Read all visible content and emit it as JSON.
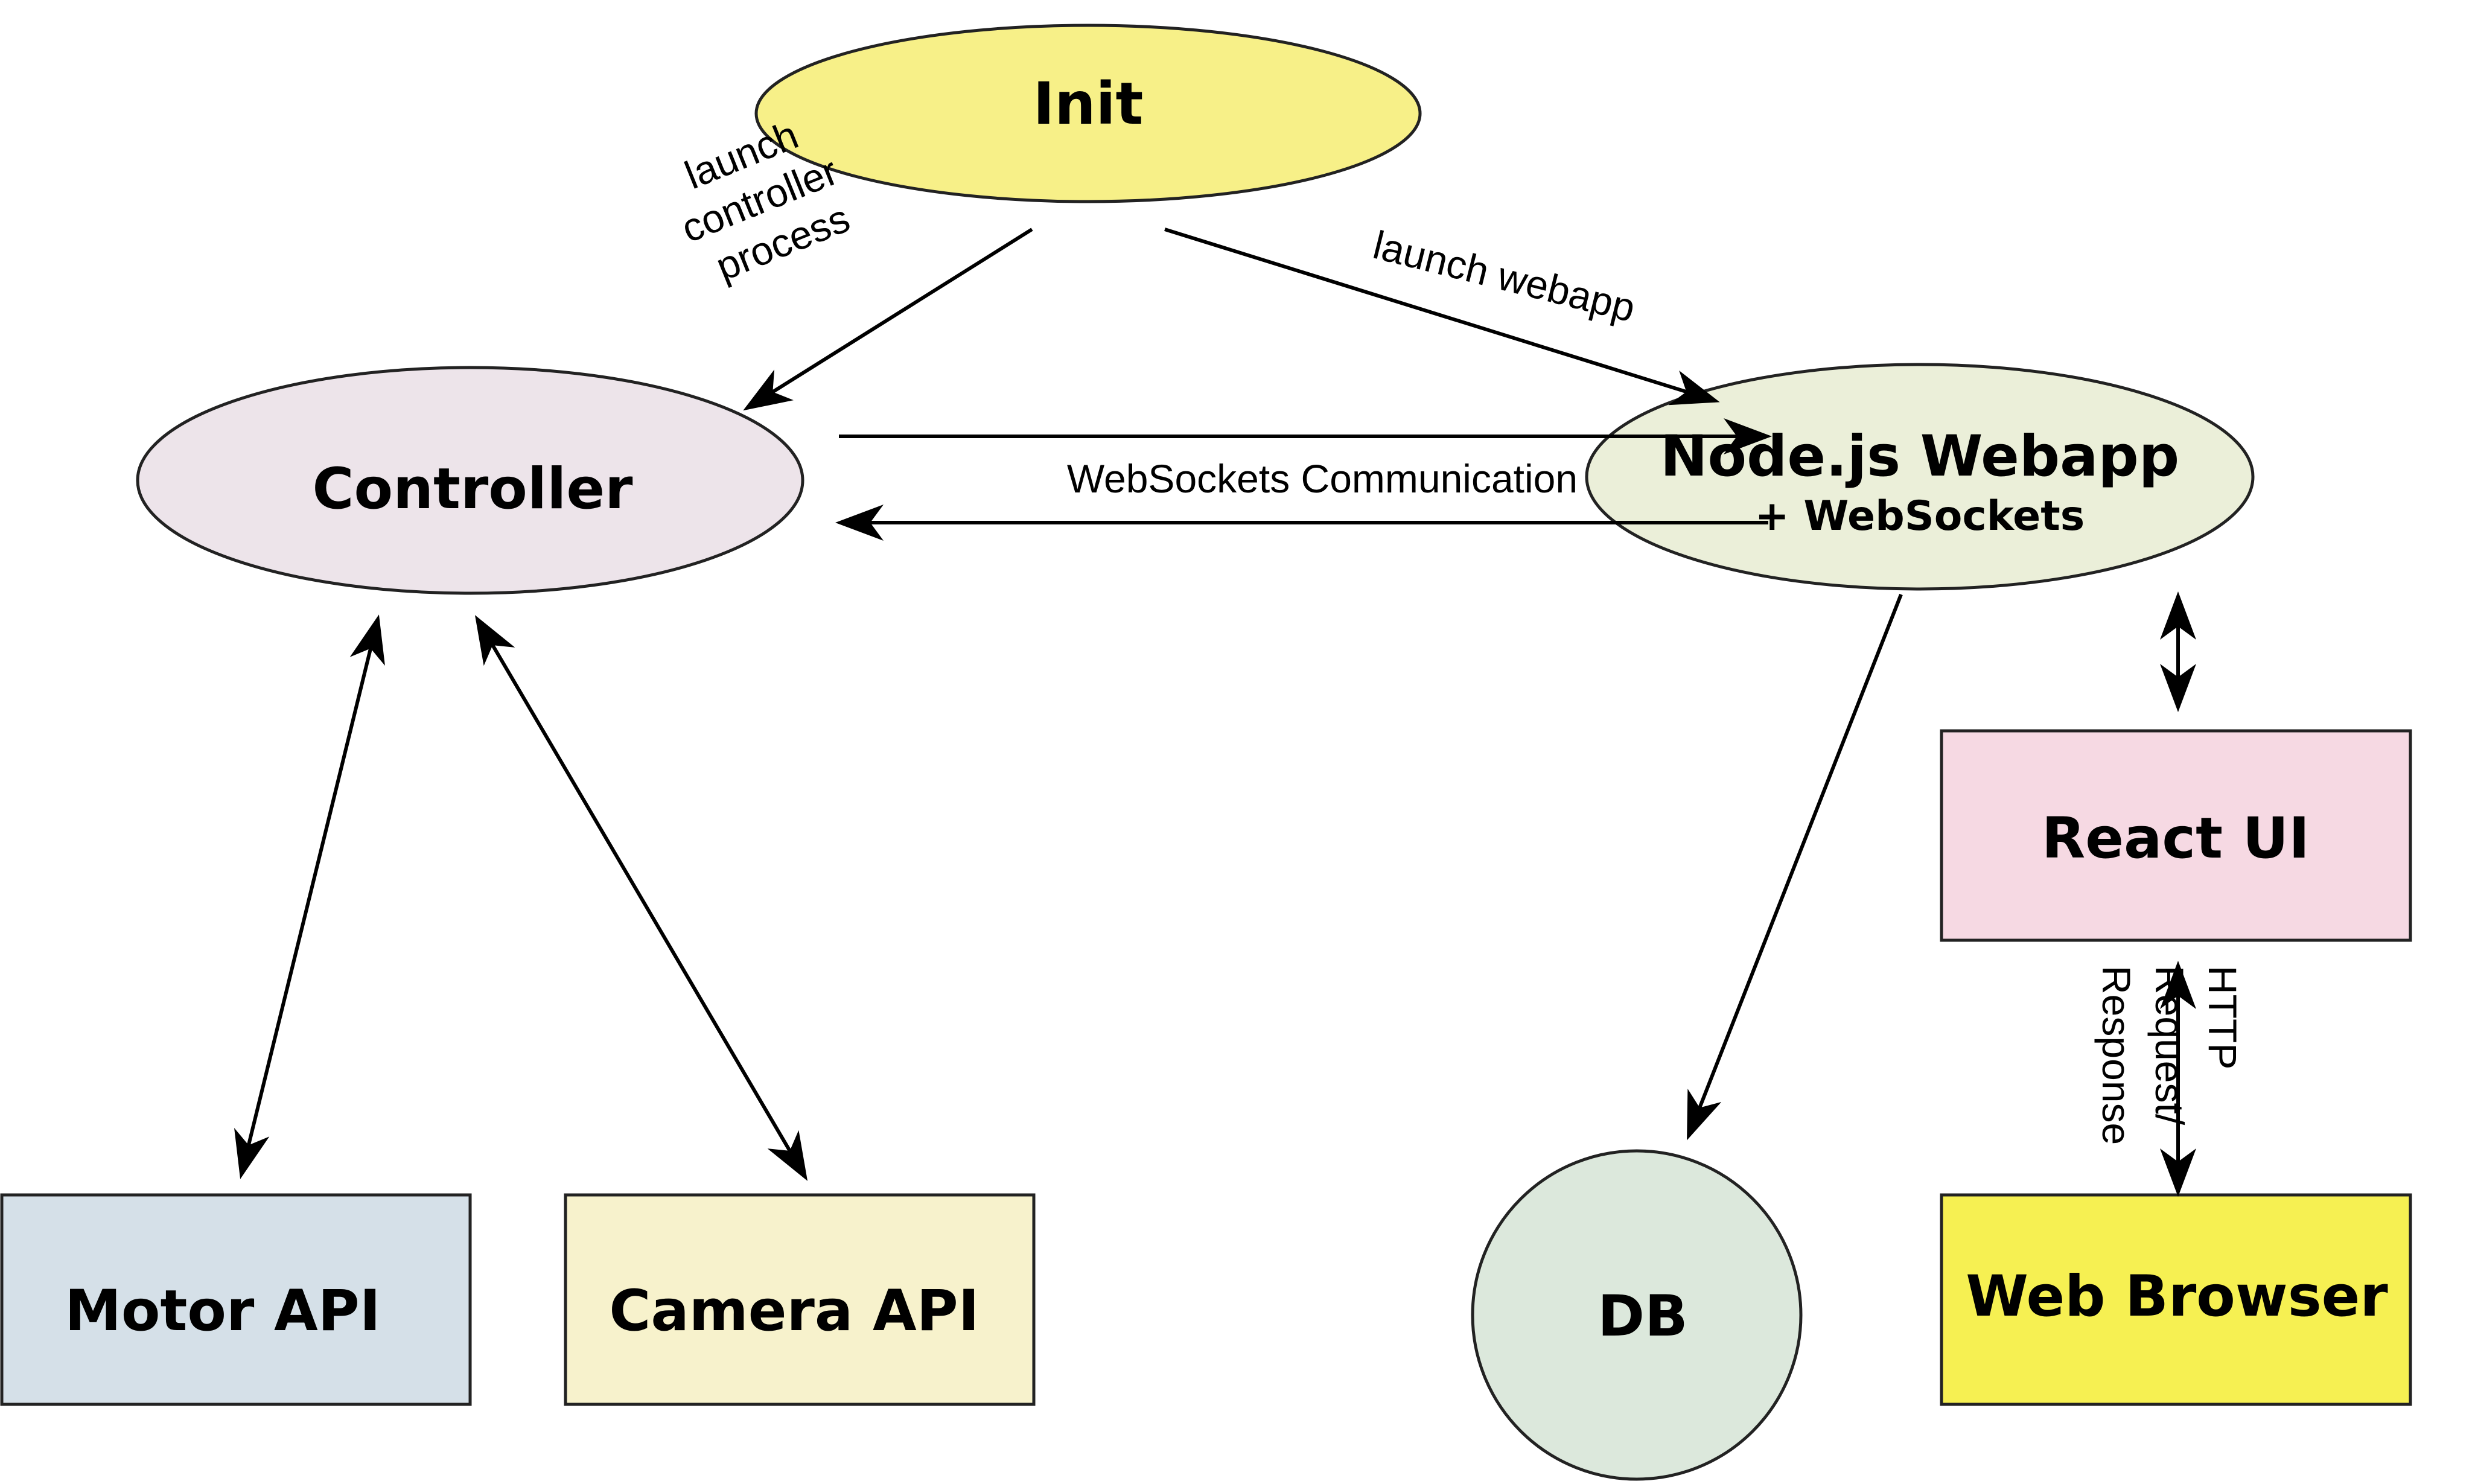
{
  "nodes": {
    "init": {
      "label": "Init",
      "color": "#f7f088"
    },
    "controller": {
      "label": "Controller",
      "color": "#ede4ea"
    },
    "webapp": {
      "label": "Node.js Webapp",
      "sublabel": "+ WebSockets",
      "color": "#ebefd9"
    },
    "react_ui": {
      "label": "React UI",
      "color": "#f6d9e3"
    },
    "motor_api": {
      "label": "Motor API",
      "color": "#d5e0e8"
    },
    "camera_api": {
      "label": "Camera API",
      "color": "#f7f2cc"
    },
    "db": {
      "label": "DB",
      "color": "#dce8dc"
    },
    "web_browser": {
      "label": "Web Browser",
      "color": "#f6f052"
    }
  },
  "edges": {
    "launch_controller": {
      "lines": [
        "launch",
        "controller",
        "process"
      ]
    },
    "launch_webapp": {
      "label": "launch webapp"
    },
    "websockets": {
      "label": "WebSockets Communication"
    },
    "http": {
      "lines": [
        "HTTP",
        "Request/",
        "Response"
      ]
    }
  }
}
